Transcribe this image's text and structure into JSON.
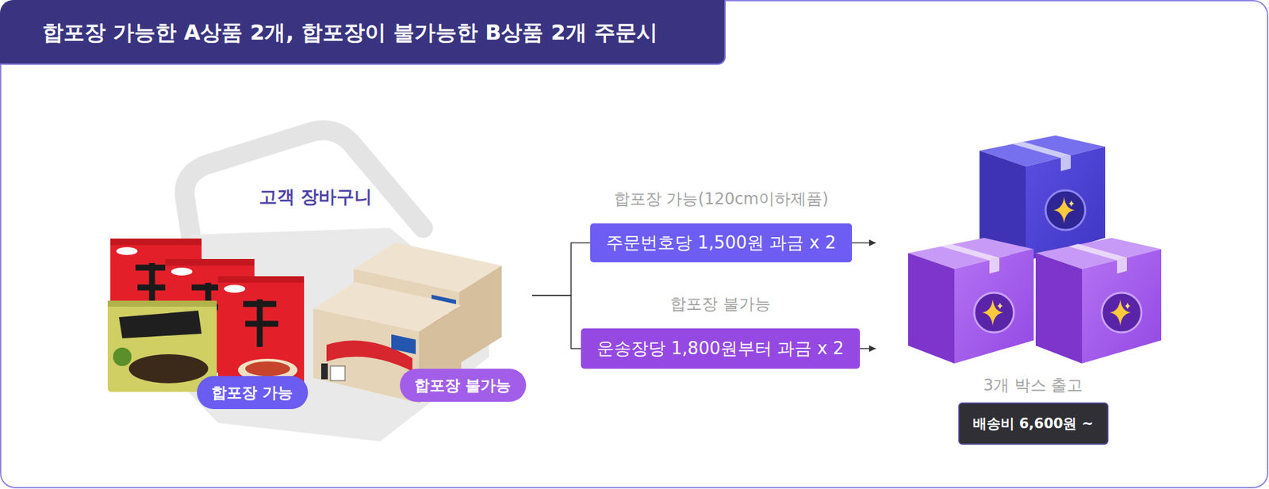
{
  "diagram": {
    "title": "합포장 가능한 A상품 2개, 합포장이 불가능한 B상품 2개 주문시",
    "nodes": [
      {
        "text": [
          "고객 장바구니"
        ]
      },
      {
        "text": [
          "합포장 가능"
        ],
        "in": 0
      },
      {
        "text": [
          "합포장 불가능"
        ],
        "in": 0
      },
      {
        "text": [
          "합포장 가능(120cm이하제품)",
          "주문번호당 1,500원 과금 x 2"
        ]
      },
      {
        "text": [
          "합포장 불가능",
          "운송장당 1,800원부터 과금 x 2"
        ]
      },
      {
        "text": [
          "3개 박스 출고"
        ]
      },
      {
        "text": [
          "배송비 6,600원 ~"
        ],
        "in": 5
      }
    ],
    "edges": [
      {
        "from": 0,
        "to": 3,
        "arrow": "none"
      },
      {
        "from": 0,
        "to": 4,
        "arrow": "none"
      },
      {
        "from": 3,
        "to": 5,
        "arrow": "to"
      },
      {
        "from": 4,
        "to": 5,
        "arrow": "to"
      }
    ]
  }
}
